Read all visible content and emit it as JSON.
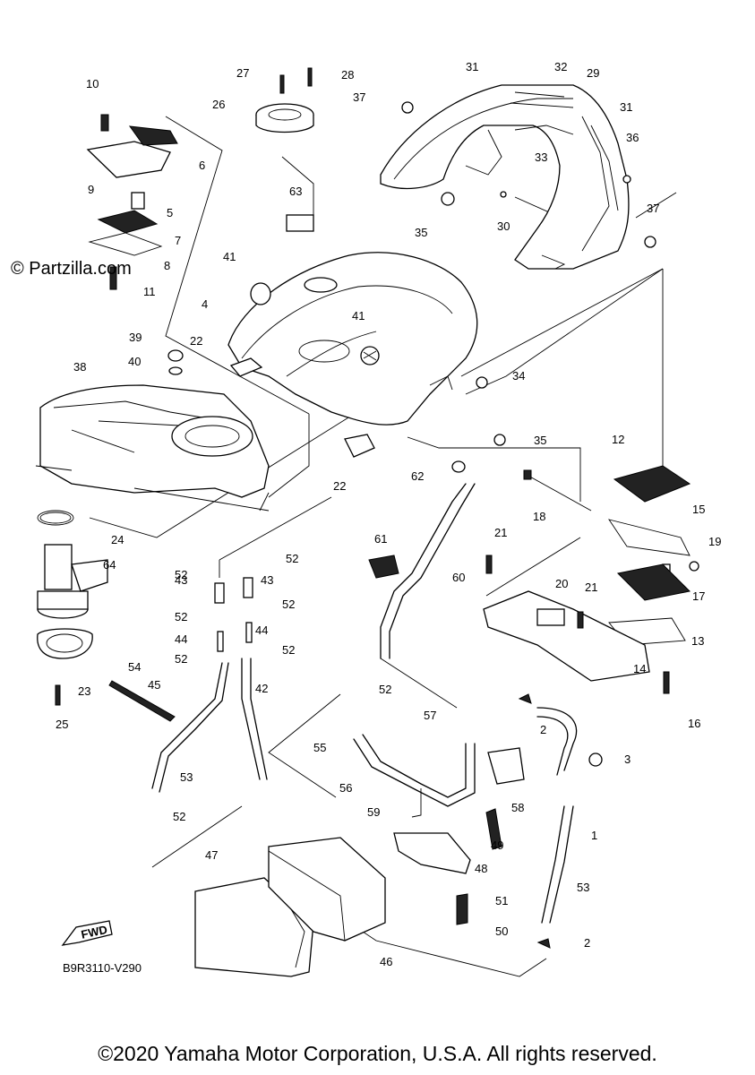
{
  "watermark": "© Partzilla.com",
  "diagram_code": "B9R3110-V290",
  "fwd_label": "FWD",
  "copyright": "©2020 Yamaha Motor Corporation, U.S.A. All rights reserved.",
  "callouts": [
    "1",
    "2",
    "2",
    "3",
    "4",
    "5",
    "6",
    "7",
    "8",
    "9",
    "10",
    "11",
    "12",
    "13",
    "14",
    "15",
    "16",
    "17",
    "18",
    "19",
    "20",
    "21",
    "21",
    "22",
    "22",
    "23",
    "24",
    "25",
    "26",
    "27",
    "28",
    "29",
    "30",
    "31",
    "31",
    "32",
    "33",
    "34",
    "35",
    "35",
    "36",
    "37",
    "37",
    "38",
    "39",
    "40",
    "41",
    "41",
    "42",
    "43",
    "43",
    "44",
    "44",
    "45",
    "46",
    "47",
    "48",
    "49",
    "50",
    "51",
    "52",
    "52",
    "52",
    "52",
    "52",
    "52",
    "52",
    "52",
    "53",
    "53",
    "54",
    "55",
    "56",
    "57",
    "58",
    "59",
    "60",
    "61",
    "62",
    "63",
    "64"
  ]
}
